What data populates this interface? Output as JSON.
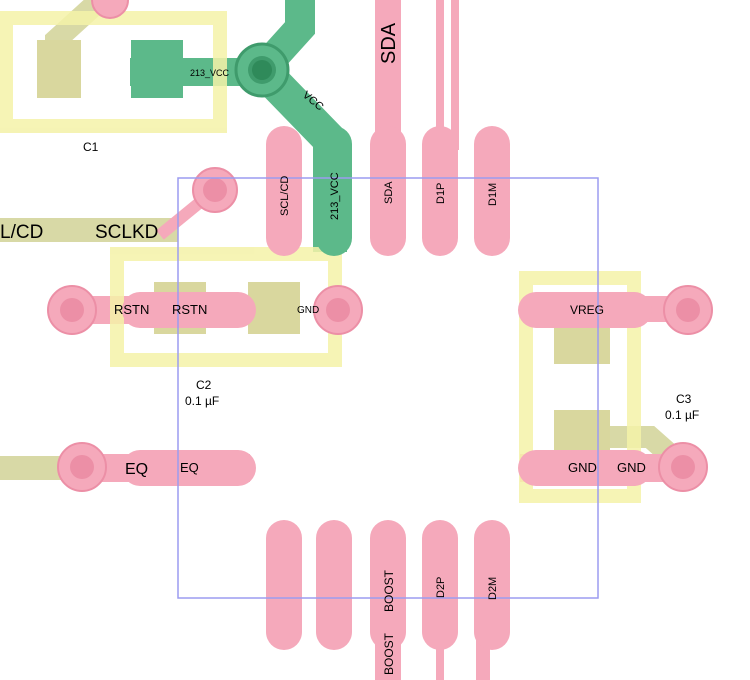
{
  "colors": {
    "pad": "#f5a9bb",
    "pad_dark": "#ec8fa6",
    "silkscreen": "#f4f2a8",
    "smd": "#d9d79e",
    "trace_olive": "#d8d9a6",
    "vcc_trace": "#5cb98a",
    "vcc_dark": "#3f9b6c",
    "outline": "#9c9cf0",
    "text": "#000000"
  },
  "components": {
    "c1": {
      "ref": "C1"
    },
    "c2": {
      "ref": "C2",
      "value": "0.1 µF"
    },
    "c3": {
      "ref": "C3",
      "value": "0.1 µF"
    }
  },
  "nets": {
    "sda_top": "SDA",
    "sclkd_left": "SCLKD",
    "lcd_left": "L/CD",
    "vcc_top": "VCC",
    "vcc_213": "213_VCC",
    "eq_left": "EQ",
    "boost_bottom": "BOOST"
  },
  "pin_labels": {
    "scl_cd": "SCL/CD",
    "vcc_213": "213_VCC",
    "sda": "SDA",
    "d1p": "D1P",
    "d1m": "D1M",
    "rstn_left": "RSTN",
    "rstn_right": "RSTN",
    "gnd_c2": "GND",
    "vreg": "VREG",
    "gnd_c3_left": "GND",
    "gnd_c3_right": "GND",
    "eq_pin": "EQ",
    "boost": "BOOST",
    "d2p": "D2P",
    "d2m": "D2M"
  }
}
